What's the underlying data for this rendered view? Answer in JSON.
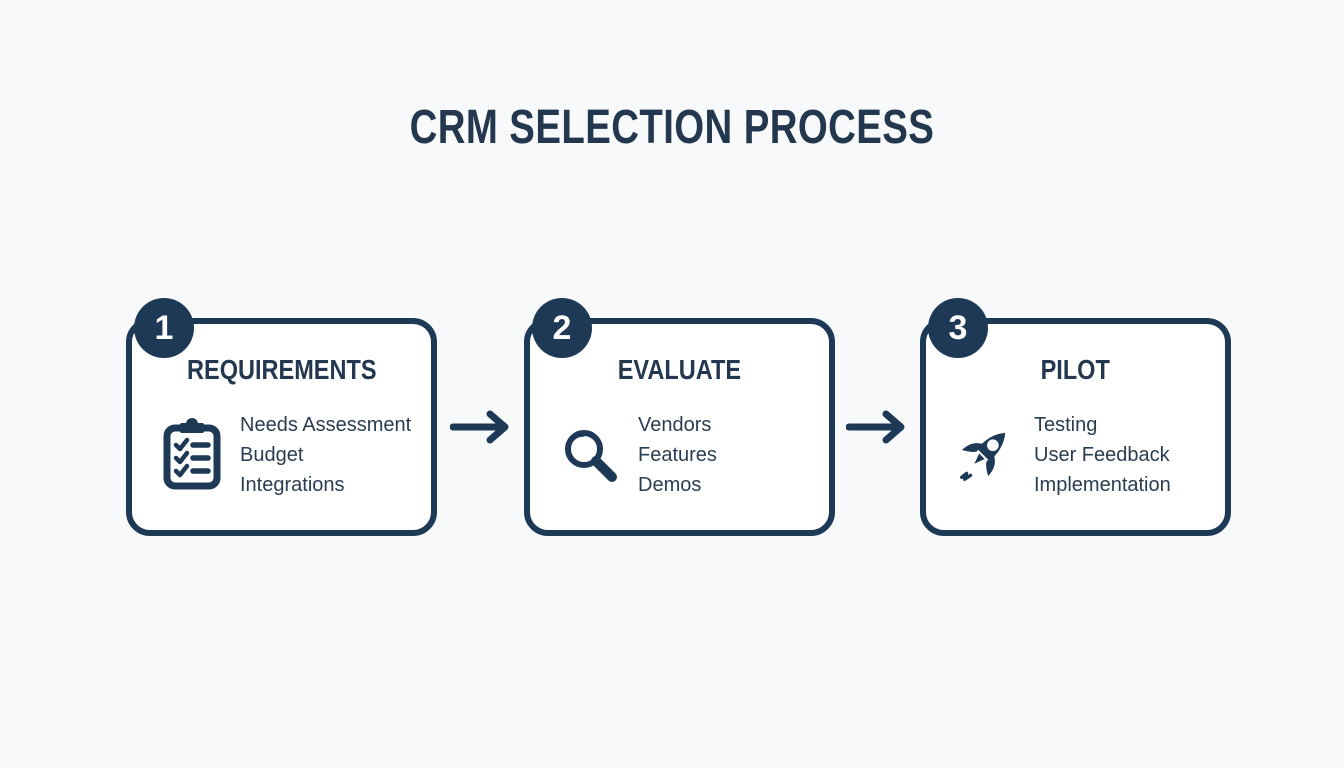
{
  "title": "CRM SELECTION PROCESS",
  "steps": [
    {
      "number": "1",
      "title": "REQUIREMENTS",
      "icon": "checklist-clipboard-icon",
      "items": [
        "Needs Assessment",
        "Budget",
        "Integrations"
      ]
    },
    {
      "number": "2",
      "title": "EVALUATE",
      "icon": "magnifying-glass-icon",
      "items": [
        "Vendors",
        "Features",
        "Demos"
      ]
    },
    {
      "number": "3",
      "title": "PILOT",
      "icon": "rocket-icon",
      "items": [
        "Testing",
        "User Feedback",
        "Implementation"
      ]
    }
  ],
  "connectors": [
    "arrow-right",
    "arrow-right"
  ],
  "colors": {
    "navy": "#1d3956",
    "background": "#f7f9fa",
    "card_background": "#ffffff",
    "badge_text": "#ffffff"
  }
}
